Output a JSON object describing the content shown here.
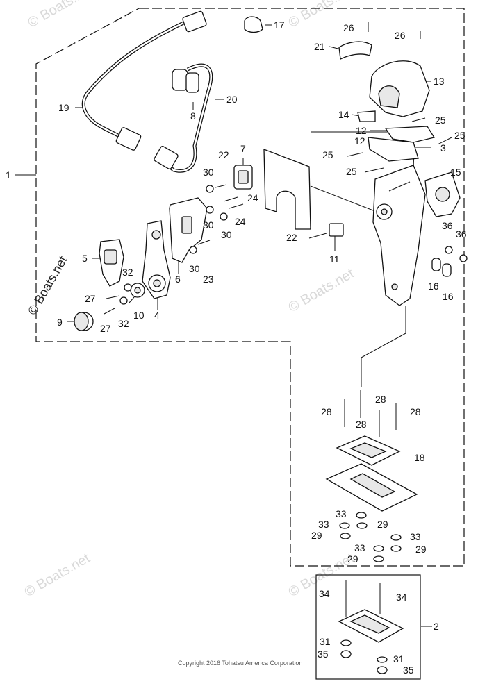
{
  "watermarks": {
    "brand": "© Boats.net",
    "ghost": "© Boats.net"
  },
  "copyright": "Copyright 2016 Tohatsu America Corporation",
  "callouts": {
    "c1": "1",
    "c2": "2",
    "c3": "3",
    "c4": "4",
    "c5": "5",
    "c6": "6",
    "c7": "7",
    "c8": "8",
    "c9": "9",
    "c10": "10",
    "c11": "11",
    "c12a": "12",
    "c12b": "12",
    "c13": "13",
    "c14": "14",
    "c15": "15",
    "c16a": "16",
    "c16b": "16",
    "c17": "17",
    "c18": "18",
    "c19": "19",
    "c20": "20",
    "c21": "21",
    "c22a": "22",
    "c22b": "22",
    "c23": "23",
    "c24a": "24",
    "c24b": "24",
    "c25a": "25",
    "c25b": "25",
    "c25c": "25",
    "c25d": "25",
    "c26a": "26",
    "c26b": "26",
    "c27a": "27",
    "c27b": "27",
    "c28a": "28",
    "c28b": "28",
    "c28c": "28",
    "c28d": "28",
    "c29a": "29",
    "c29b": "29",
    "c29c": "29",
    "c29d": "29",
    "c30a": "30",
    "c30b": "30",
    "c30c": "30",
    "c30d": "30",
    "c31a": "31",
    "c31b": "31",
    "c32a": "32",
    "c32b": "32",
    "c33a": "33",
    "c33b": "33",
    "c33c": "33",
    "c33d": "33",
    "c34a": "34",
    "c34b": "34",
    "c35a": "35",
    "c35b": "35",
    "c36a": "36",
    "c36b": "36"
  }
}
